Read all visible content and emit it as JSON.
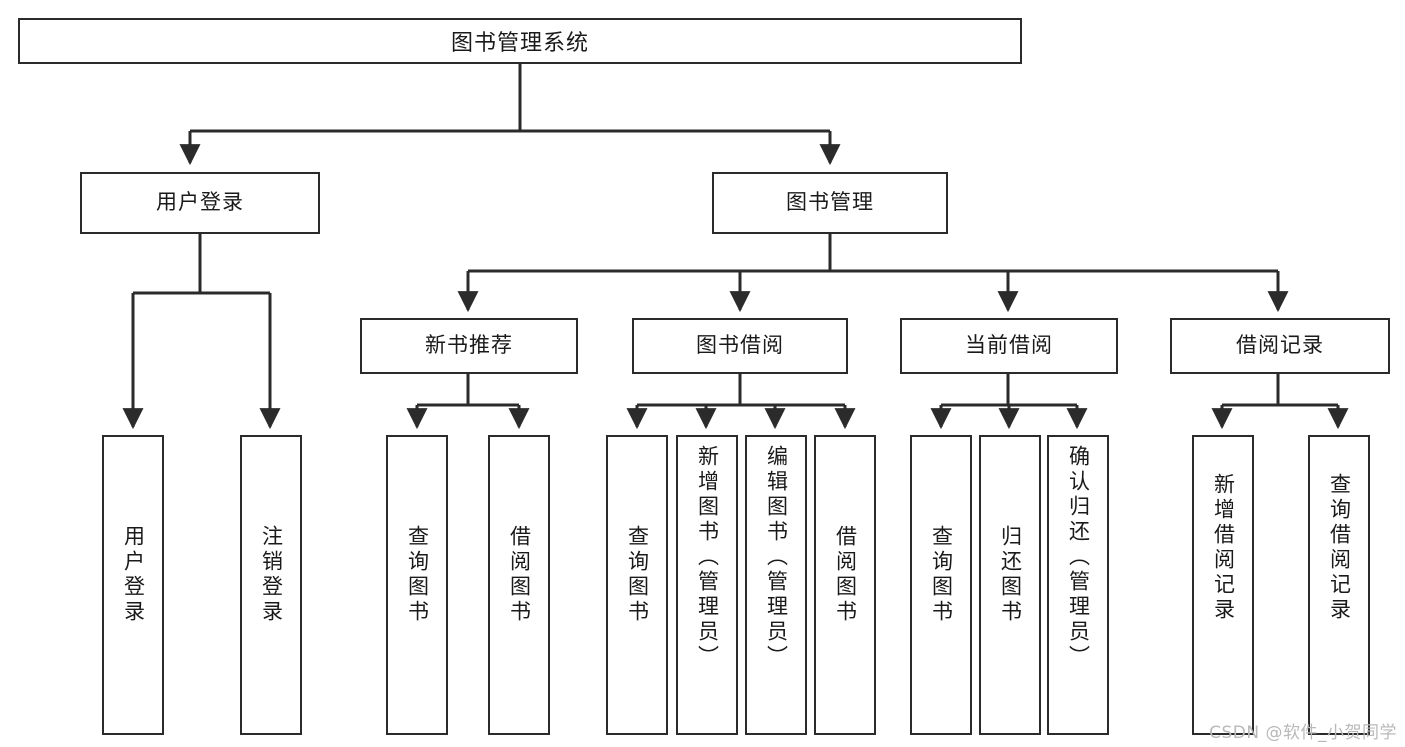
{
  "diagram": {
    "title": "图书管理系统",
    "type": "tree-hierarchy-chart",
    "root": {
      "id": "root",
      "label": "图书管理系统"
    },
    "level2": [
      {
        "id": "user-login",
        "label": "用户登录"
      },
      {
        "id": "book-manage",
        "label": "图书管理"
      }
    ],
    "level3": [
      {
        "id": "new-book-rec",
        "label": "新书推荐"
      },
      {
        "id": "book-borrow",
        "label": "图书借阅"
      },
      {
        "id": "current-borrow",
        "label": "当前借阅"
      },
      {
        "id": "borrow-record",
        "label": "借阅记录"
      }
    ],
    "leaves": {
      "user_login": [
        {
          "id": "leaf-user-login",
          "label": "用户登录"
        },
        {
          "id": "leaf-logout",
          "label": "注销登录"
        }
      ],
      "new_book_rec": [
        {
          "id": "leaf-query-book-1",
          "label": "查询图书"
        },
        {
          "id": "leaf-borrow-book-1",
          "label": "借阅图书"
        }
      ],
      "book_borrow": [
        {
          "id": "leaf-query-book-2",
          "label": "查询图书"
        },
        {
          "id": "leaf-add-book",
          "label": "新增图书（管理员）"
        },
        {
          "id": "leaf-edit-book",
          "label": "编辑图书（管理员）"
        },
        {
          "id": "leaf-borrow-book-2",
          "label": "借阅图书"
        }
      ],
      "current_borrow": [
        {
          "id": "leaf-query-book-3",
          "label": "查询图书"
        },
        {
          "id": "leaf-return-book",
          "label": "归还图书"
        },
        {
          "id": "leaf-confirm-return",
          "label": "确认归还（管理员）"
        }
      ],
      "borrow_record": [
        {
          "id": "leaf-add-record",
          "label": "新增借阅记录"
        },
        {
          "id": "leaf-query-record",
          "label": "查询借阅记录"
        }
      ]
    }
  },
  "watermark": {
    "text": "CSDN @软件_小贺同学"
  },
  "colors": {
    "stroke": "#2b2b2b",
    "fill": "#ffffff",
    "text": "#1a1a1a",
    "watermark": "#b9b9b9"
  }
}
